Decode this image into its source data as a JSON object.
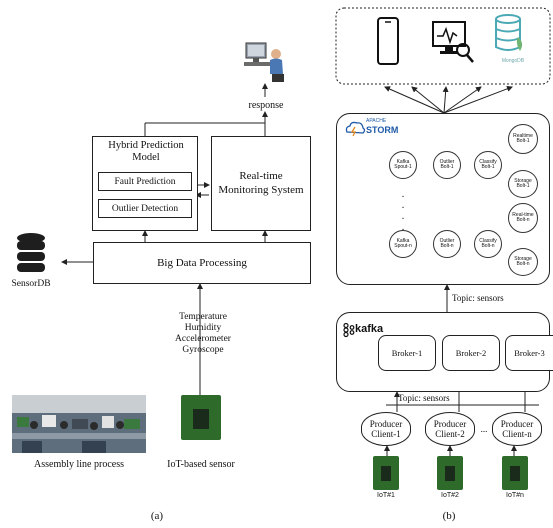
{
  "panel_a": {
    "response": "response",
    "hybrid_title": "Hybrid Prediction Model",
    "fault_prediction": "Fault Prediction",
    "outlier_detection": "Outlier Detection",
    "realtime": "Real-time Monitoring System",
    "big_data": "Big Data Processing",
    "sensordb": "SensorDB",
    "sensors": [
      "Temperature",
      "Humidity",
      "Accelerometer",
      "Gyroscope"
    ],
    "assembly": "Assembly line process",
    "iot_sensor": "IoT-based sensor",
    "caption": "(a)"
  },
  "panel_b": {
    "mongodb": "MongoDB",
    "storm_top": "APACHE",
    "storm": "STORM",
    "spout1": "Kafka Spout-1",
    "outlier1": "Outlier Bolt-1",
    "classify1": "Classify Bolt-1",
    "realtime1": "Realtime Bolt-1",
    "storage1": "Storage Bolt-1",
    "spoutn": "Kafka Spout-n",
    "outliern": "Outlier Bolt-n",
    "classifyn": "Classify Bolt-n",
    "realtimen": "Real-time Bolt-n",
    "storagen": "Storage Bolt-n",
    "topic_top": "Topic: sensors",
    "kafka": "kafka",
    "broker1": "Broker-1",
    "broker2": "Broker-2",
    "broker3": "Broker-3",
    "topic_bottom": "Topic: sensors",
    "producer1": "Producer Client-1",
    "producer2": "Producer Client-2",
    "producern": "Producer Client-n",
    "ellipsis": "...",
    "iot1": "IoT#1",
    "iot2": "IoT#2",
    "iotn": "IoT#n",
    "caption": "(b)"
  }
}
